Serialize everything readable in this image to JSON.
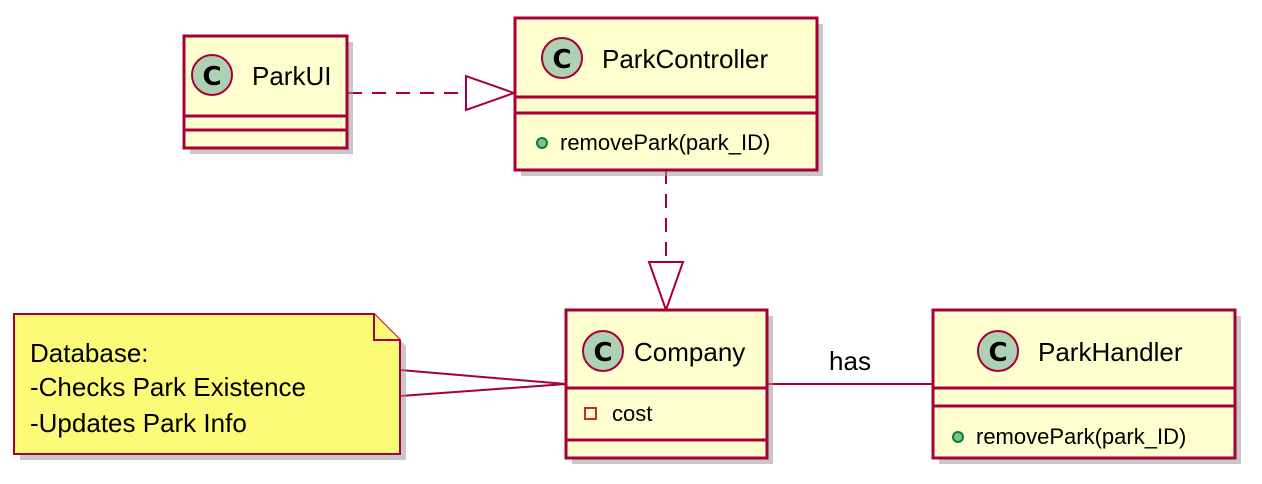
{
  "classes": {
    "park_ui": {
      "name": "ParkUI",
      "badge": "C",
      "members": []
    },
    "park_controller": {
      "name": "ParkController",
      "badge": "C",
      "members": [
        {
          "visibility": "public",
          "text": "removePark(park_ID)"
        }
      ]
    },
    "company": {
      "name": "Company",
      "badge": "C",
      "members": [
        {
          "visibility": "private",
          "text": "cost"
        }
      ]
    },
    "park_handler": {
      "name": "ParkHandler",
      "badge": "C",
      "members": [
        {
          "visibility": "public",
          "text": "removePark(park_ID)"
        }
      ]
    }
  },
  "relations": [
    {
      "from": "ParkUI",
      "to": "ParkController",
      "kind": "realization",
      "label": ""
    },
    {
      "from": "ParkController",
      "to": "Company",
      "kind": "realization",
      "label": ""
    },
    {
      "from": "Company",
      "to": "ParkHandler",
      "kind": "association",
      "label": "has"
    }
  ],
  "note": {
    "attached_to": "Company",
    "lines": [
      "Database:",
      "-Checks Park Existence",
      "-Updates Park Info"
    ]
  },
  "colors": {
    "class_fill": "#FEFECE",
    "border": "#A80036",
    "badge_fill": "#ADD1B2",
    "note_fill": "#FBFB77",
    "public_icon": "#84BE84",
    "private_icon": "#C82930"
  }
}
